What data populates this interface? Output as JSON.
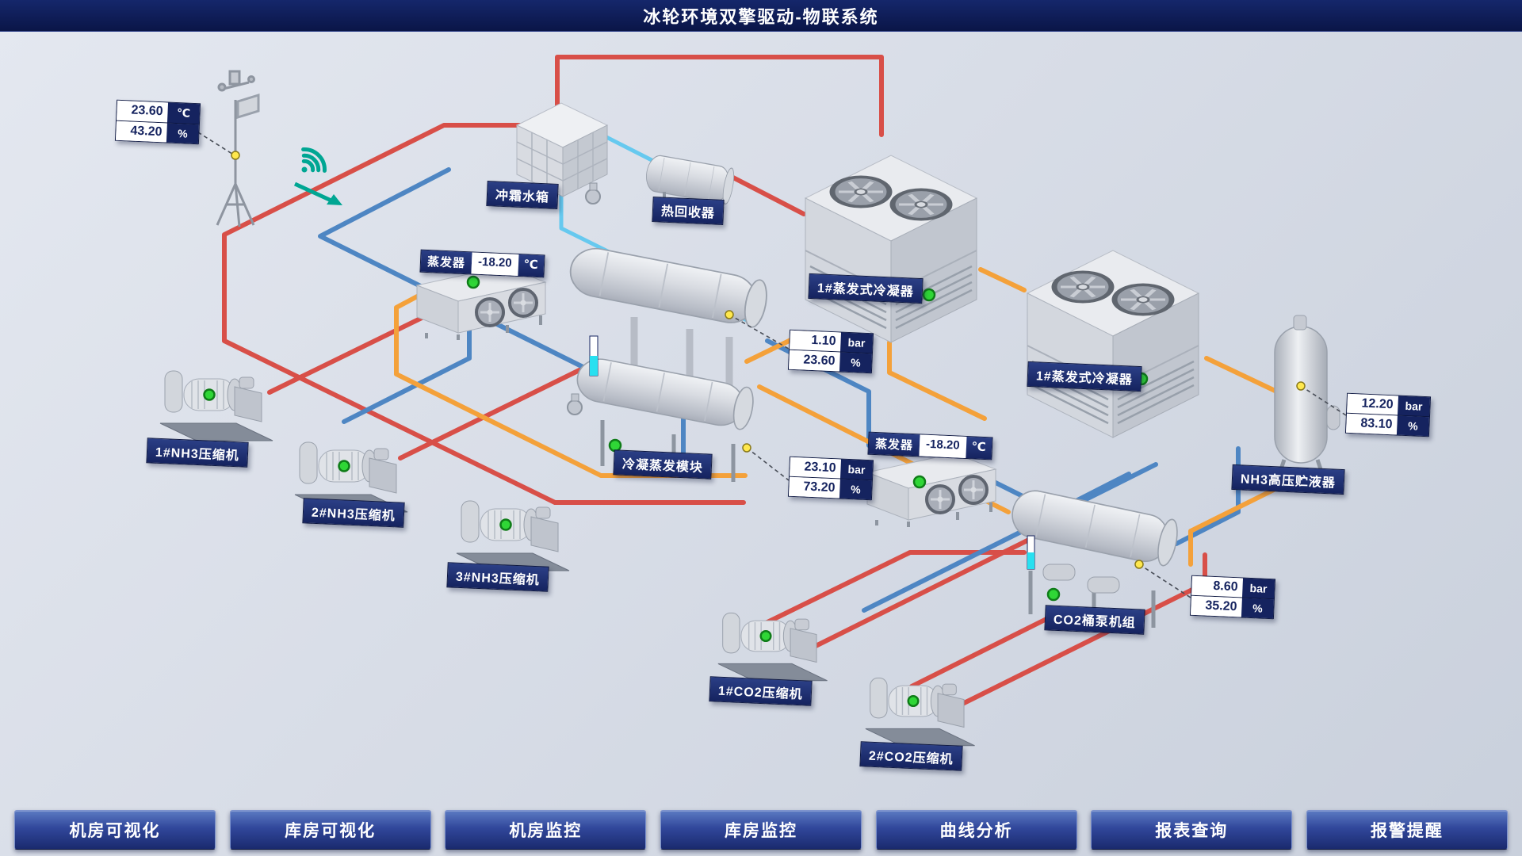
{
  "header": {
    "title": "冰轮环境双擎驱动-物联系统"
  },
  "weather": {
    "temp": "23.60",
    "temp_unit": "℃",
    "humidity": "43.20",
    "humidity_unit": "%"
  },
  "equipment_labels": {
    "defrost_tank": "冲霜水箱",
    "heat_recovery": "热回收器",
    "evaporator_left": "蒸发器",
    "evaporator_left_temp": "-18.20",
    "evaporator_left_unit": "℃",
    "evaporator_right": "蒸发器",
    "evaporator_right_temp": "-18.20",
    "evaporator_right_unit": "℃",
    "condenser_1": "1#蒸发式冷凝器",
    "condenser_2": "1#蒸发式冷凝器",
    "cond_evap_module": "冷凝蒸发模块",
    "nh3_compressor_1": "1#NH3压缩机",
    "nh3_compressor_2": "2#NH3压缩机",
    "nh3_compressor_3": "3#NH3压缩机",
    "nh3_receiver": "NH3高压贮液器",
    "co2_pump_unit": "CO2桶泵机组",
    "co2_compressor_1": "1#CO2压缩机",
    "co2_compressor_2": "2#CO2压缩机"
  },
  "readings": {
    "condenser_pressure": {
      "value1": "1.10",
      "unit1": "bar",
      "value2": "23.60",
      "unit2": "%"
    },
    "module_pressure": {
      "value1": "23.10",
      "unit1": "bar",
      "value2": "73.20",
      "unit2": "%"
    },
    "receiver_pressure": {
      "value1": "12.20",
      "unit1": "bar",
      "value2": "83.10",
      "unit2": "%"
    },
    "co2_pump_pressure": {
      "value1": "8.60",
      "unit1": "bar",
      "value2": "35.20",
      "unit2": "%"
    }
  },
  "nav": {
    "items": [
      {
        "label": "机房可视化"
      },
      {
        "label": "库房可视化"
      },
      {
        "label": "机房监控"
      },
      {
        "label": "库房监控"
      },
      {
        "label": "曲线分析"
      },
      {
        "label": "报表查询"
      },
      {
        "label": "报警提醒"
      }
    ]
  },
  "colors": {
    "pipe_hot": "#d84f48",
    "pipe_cold": "#4e86c3",
    "pipe_liquid": "#f4a13a",
    "pipe_water": "#66c9ef",
    "status_ok": "#2fd636",
    "accent_teal": "#00a693"
  }
}
